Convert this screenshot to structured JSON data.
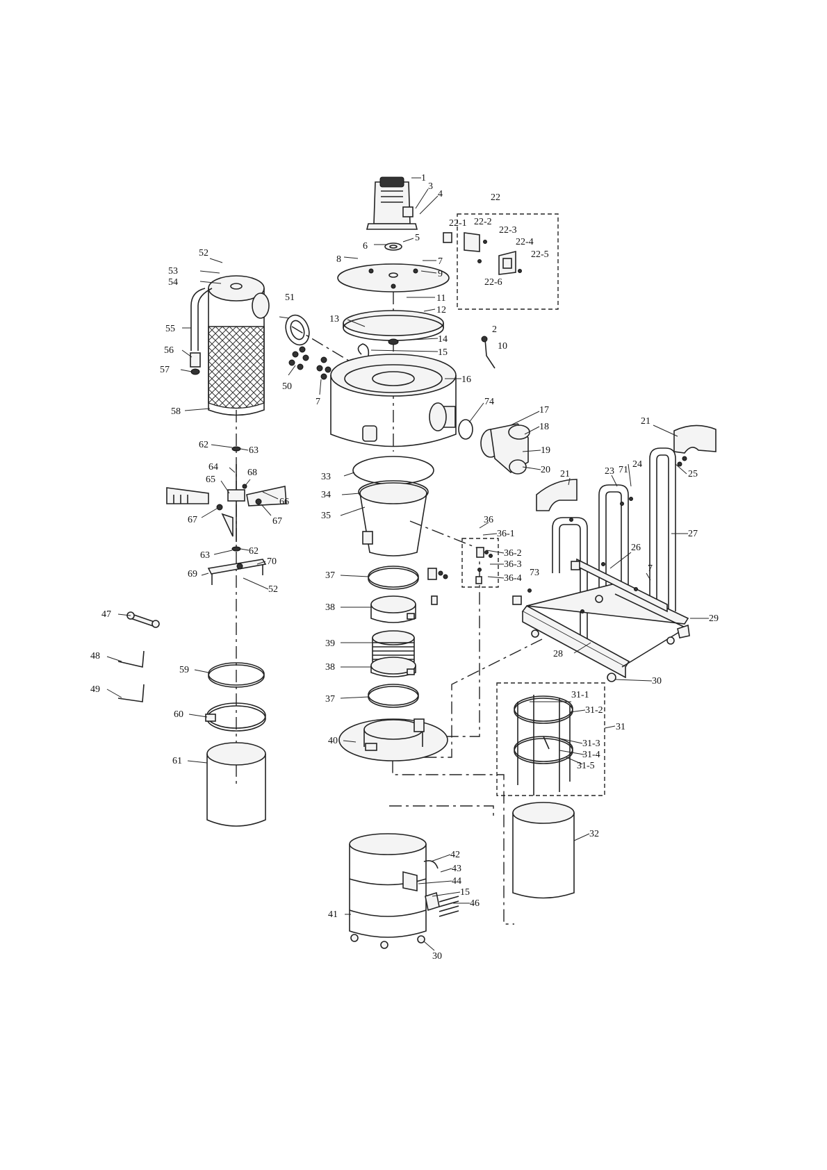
{
  "labels": {
    "p1": "1",
    "p2": "2",
    "p3": "3",
    "p4": "4",
    "p5": "5",
    "p6": "6",
    "p7a": "7",
    "p7b": "7",
    "p7c": "7",
    "p8": "8",
    "p9": "9",
    "p10": "10",
    "p11": "11",
    "p12": "12",
    "p13": "13",
    "p14": "14",
    "p15": "15",
    "p15b": "15",
    "p16": "16",
    "p17": "17",
    "p18": "18",
    "p19": "19",
    "p20": "20",
    "p21a": "21",
    "p21b": "21",
    "p22": "22",
    "p22_1": "22-1",
    "p22_2": "22-2",
    "p22_3": "22-3",
    "p22_4": "22-4",
    "p22_5": "22-5",
    "p22_6": "22-6",
    "p23": "23",
    "p24": "24",
    "p25": "25",
    "p26": "26",
    "p27": "27",
    "p28": "28",
    "p29": "29",
    "p30a": "30",
    "p30b": "30",
    "p31": "31",
    "p31_1": "31-1",
    "p31_2": "31-2",
    "p31_3": "31-3",
    "p31_4": "31-4",
    "p31_5": "31-5",
    "p32": "32",
    "p33": "33",
    "p34": "34",
    "p35": "35",
    "p36": "36",
    "p36_1": "36-1",
    "p36_2": "36-2",
    "p36_3": "36-3",
    "p36_4": "36-4",
    "p37a": "37",
    "p37b": "37",
    "p38a": "38",
    "p38b": "38",
    "p39": "39",
    "p40": "40",
    "p41": "41",
    "p42": "42",
    "p43": "43",
    "p44": "44",
    "p46": "46",
    "p47": "47",
    "p48": "48",
    "p49": "49",
    "p50": "50",
    "p51": "51",
    "p52a": "52",
    "p52b": "52",
    "p53": "53",
    "p54": "54",
    "p55": "55",
    "p56": "56",
    "p57": "57",
    "p58": "58",
    "p59": "59",
    "p60": "60",
    "p61": "61",
    "p62a": "62",
    "p62b": "62",
    "p63a": "63",
    "p63b": "63",
    "p64": "64",
    "p65": "65",
    "p66": "66",
    "p67a": "67",
    "p67b": "67",
    "p68": "68",
    "p69": "69",
    "p70": "70",
    "p71": "71",
    "p73": "73",
    "p74": "74"
  }
}
